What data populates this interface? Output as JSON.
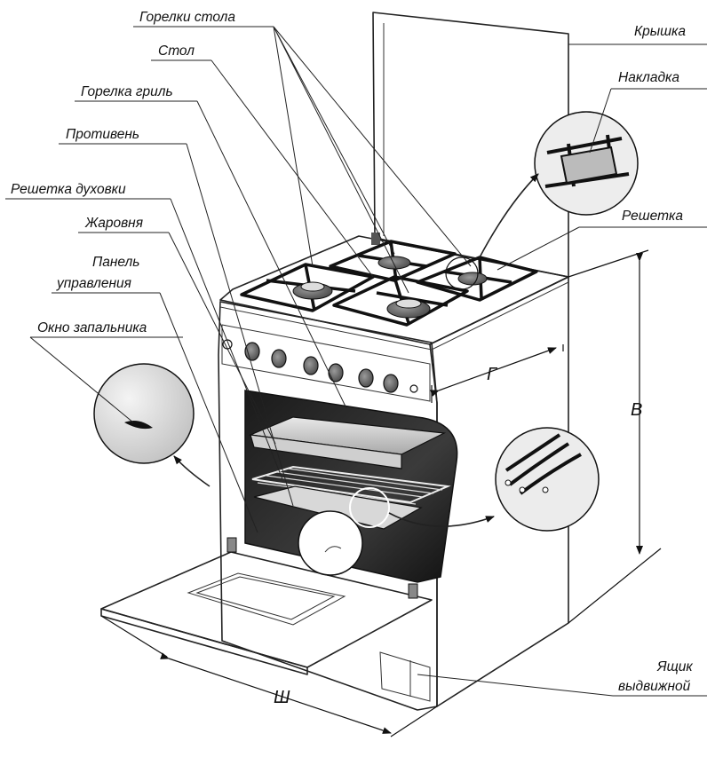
{
  "labels": {
    "burners": "Горелки стола",
    "table": "Стол",
    "grill_burner": "Горелка гриль",
    "baking_tray": "Противень",
    "oven_rack": "Решетка духовки",
    "roasting_pan": "Жаровня",
    "control_panel_1": "Панель",
    "control_panel_2": "управления",
    "ignition_window": "Окно запальника",
    "lid": "Крышка",
    "cap": "Накладка",
    "grate": "Решетка",
    "drawer_1": "Ящик",
    "drawer_2": "выдвижной"
  },
  "dimensions": {
    "depth": "Г",
    "height": "В",
    "width": "Ш"
  }
}
